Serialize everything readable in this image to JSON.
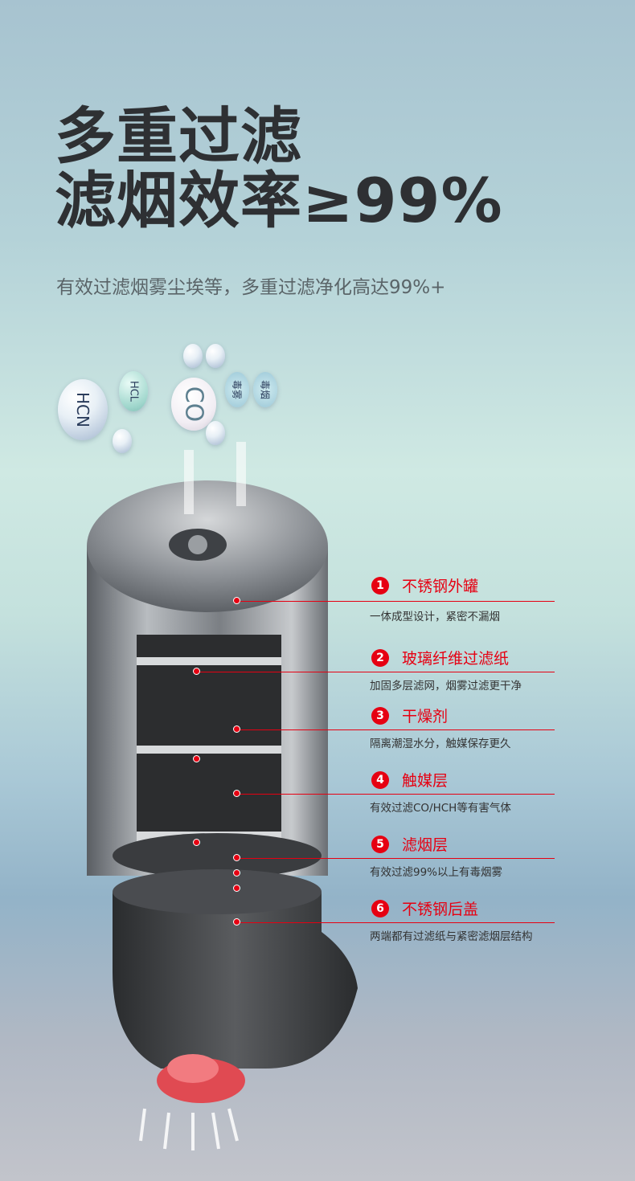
{
  "headline": {
    "line1": "多重过滤",
    "line2": "滤烟效率≥99%"
  },
  "subtitle": "有效过滤烟雾尘埃等，多重过滤净化高达99%+",
  "bubbles": [
    "HCN",
    "HCL",
    "CO",
    "毒雾",
    "毒烟"
  ],
  "layers": [
    {
      "num": "1",
      "title": "不锈钢外罐",
      "desc": "一体成型设计，紧密不漏烟"
    },
    {
      "num": "2",
      "title": "玻璃纤维过滤纸",
      "desc": "加固多层滤网，烟雾过滤更干净"
    },
    {
      "num": "3",
      "title": "干燥剂",
      "desc": "隔离潮湿水分，触媒保存更久"
    },
    {
      "num": "4",
      "title": "触媒层",
      "desc": "有效过滤CO/HCH等有害气体"
    },
    {
      "num": "5",
      "title": "滤烟层",
      "desc": "有效过滤99%以上有毒烟雾"
    },
    {
      "num": "6",
      "title": "不锈钢后盖",
      "desc": "两端都有过滤纸与紧密滤烟层结构"
    }
  ],
  "colors": {
    "accent": "#e60012",
    "heading": "#2e3033"
  }
}
